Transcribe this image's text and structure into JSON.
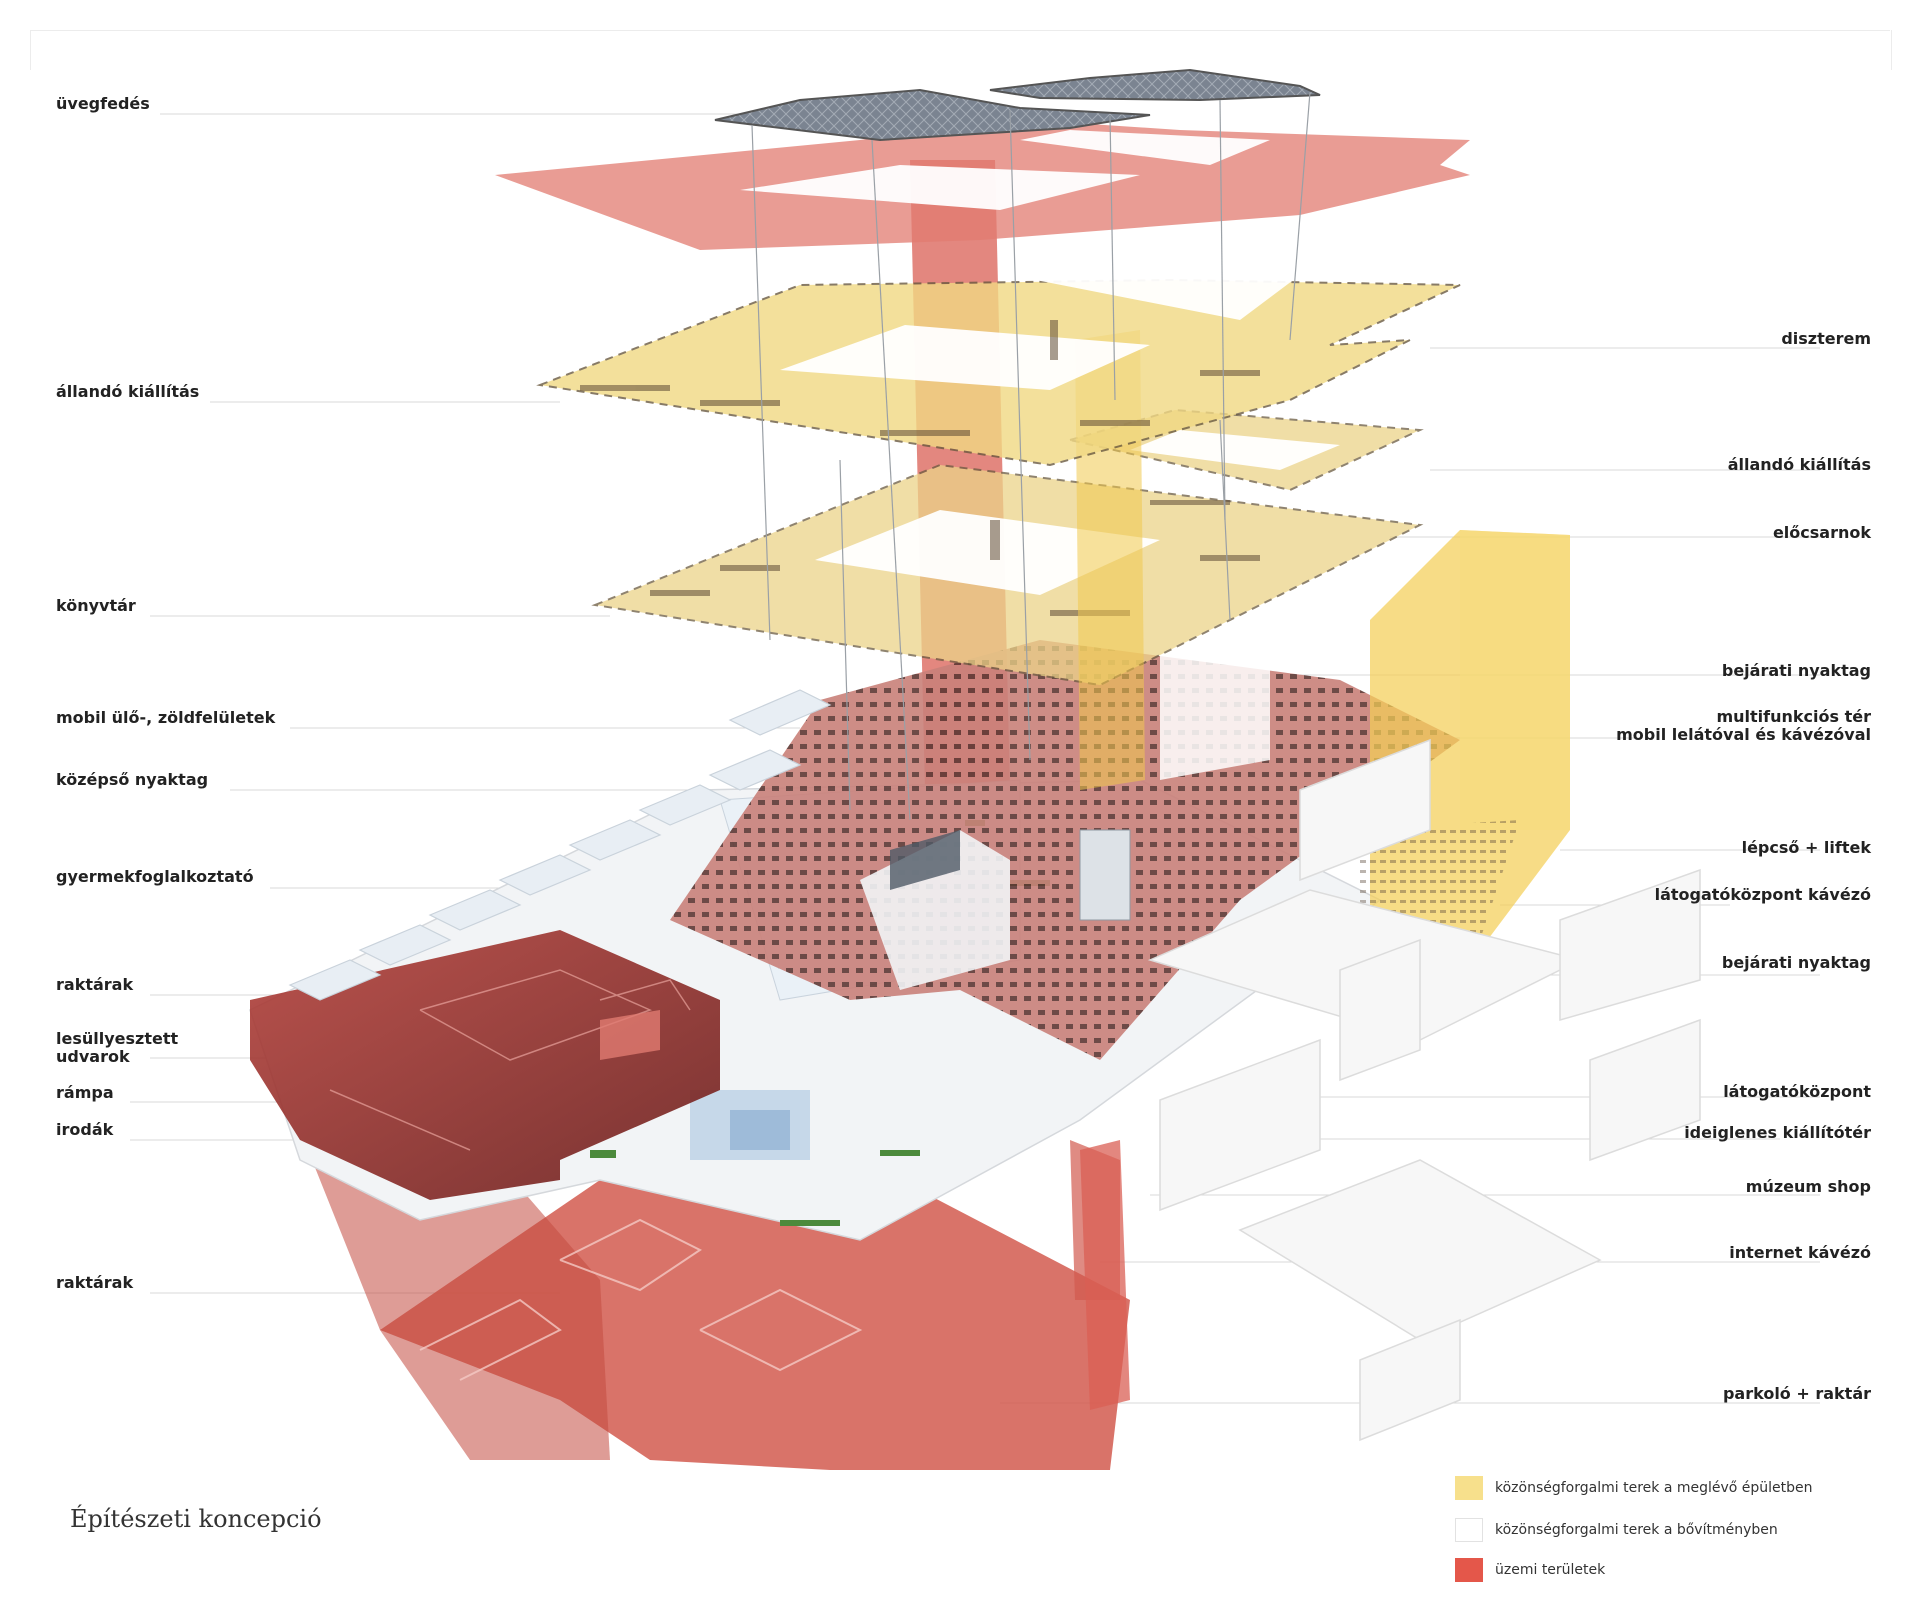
{
  "labels_left": [
    "üvegfedés",
    "állandó kiállítás",
    "könyvtár",
    "mobil ülő-, zöldfelületek",
    "középső nyaktag",
    "gyermekfoglalkoztató",
    "raktárak",
    "lesüllyesztett\nudvarok",
    "rámpa",
    "irodák",
    "raktárak"
  ],
  "labels_right": [
    "diszterem",
    "állandó kiállítás",
    "előcsarnok",
    "bejárati nyaktag",
    "multifunkciós tér\nmobil lelátóval és kávézóval",
    "lépcső + liftek",
    "látogatóközpont kávézó",
    "bejárati nyaktag",
    "látogatóközpont",
    "ideiglenes kiállítótér",
    "múzeum shop",
    "internet kávézó",
    "parkoló + raktár"
  ],
  "caption": "Építészeti koncepció",
  "legend": [
    {
      "text": "közönségforgalmi terek a meglévő épületben",
      "color": "#f7e08c"
    },
    {
      "text": "közönségforgalmi terek a bővítményben",
      "color": "#ffffff"
    },
    {
      "text": "üzemi területek",
      "color": "#e4574a"
    }
  ],
  "colors": {
    "yellow": "#f2d678",
    "red": "#d9655a",
    "dark_red": "#8c2a26",
    "glass": "#7d8794",
    "white_block": "#f4f4f4"
  }
}
